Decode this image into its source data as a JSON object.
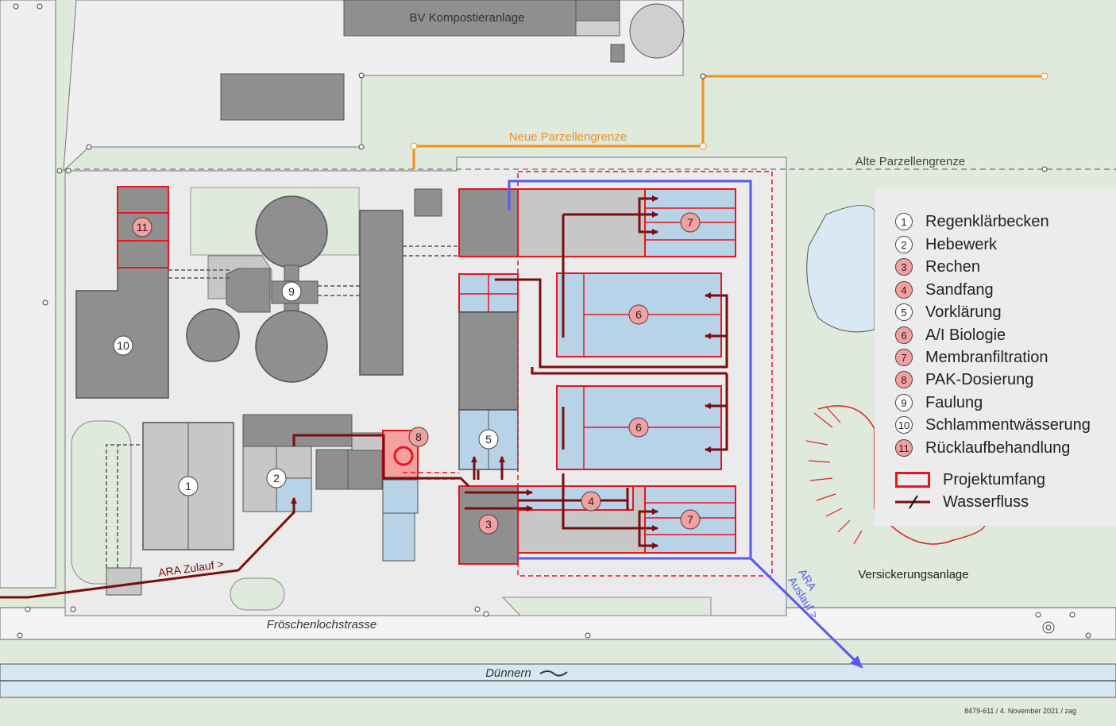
{
  "map_labels": {
    "kompost": "BV Kompostieranlage",
    "neue_grenze": "Neue Parzellengrenze",
    "alte_grenze": "Alte Parzellengrenze",
    "zulauf": "ARA Zulauf >",
    "auslauf_1": "ARA",
    "auslauf_2": "Auslauf >",
    "strasse": "Fröschenlochstrasse",
    "fluss": "Dünnern",
    "versickerung": "Versickerungsanlage"
  },
  "markers": {
    "m1": "1",
    "m2": "2",
    "m3": "3",
    "m4": "4",
    "m5": "5",
    "m6a": "6",
    "m6b": "6",
    "m7a": "7",
    "m7b": "7",
    "m8": "8",
    "m9": "9",
    "m10": "10",
    "m11": "11"
  },
  "legend": {
    "items": [
      {
        "num": "1",
        "label": "Regenklärbecken",
        "style": "white"
      },
      {
        "num": "2",
        "label": "Hebewerk",
        "style": "white"
      },
      {
        "num": "3",
        "label": "Rechen",
        "style": "red"
      },
      {
        "num": "4",
        "label": "Sandfang",
        "style": "red"
      },
      {
        "num": "5",
        "label": "Vorklärung",
        "style": "white"
      },
      {
        "num": "6",
        "label": "A/I Biologie",
        "style": "red"
      },
      {
        "num": "7",
        "label": "Membranfiltration",
        "style": "red"
      },
      {
        "num": "8",
        "label": "PAK-Dosierung",
        "style": "red"
      },
      {
        "num": "9",
        "label": "Faulung",
        "style": "white"
      },
      {
        "num": "10",
        "label": "Schlammentwässerung",
        "style": "white"
      },
      {
        "num": "11",
        "label": "Rücklaufbehandlung",
        "style": "red"
      }
    ],
    "projekt": "Projektumfang",
    "wasser": "Wasserfluss"
  },
  "footer": "8479-611 / 4. November 2021 / zag",
  "colors": {
    "background": "#dfe9dc",
    "road": "#f2f2f2",
    "building": "#8a8a8a",
    "light_building": "#c7c7c7",
    "water": "#b8d3e8",
    "project": "#e8141e",
    "flow": "#7a0d0d",
    "outflow": "#5a5af0",
    "border_new": "#f0901e"
  }
}
